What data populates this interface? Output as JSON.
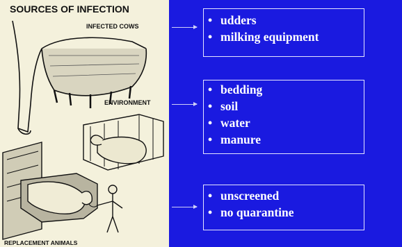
{
  "illustration": {
    "title": "SOURCES OF INFECTION",
    "labels": {
      "infected_cows": "INFECTED COWS",
      "environment": "ENVIRONMENT",
      "replacement_animals": "REPLACEMENT ANIMALS"
    }
  },
  "boxes": [
    {
      "items": [
        "udders",
        "milking equipment"
      ]
    },
    {
      "items": [
        "bedding",
        "soil",
        "water",
        "manure"
      ]
    },
    {
      "items": [
        "unscreened",
        "no quarantine"
      ]
    }
  ],
  "colors": {
    "background": "#1a1ae0",
    "text": "#ffffff",
    "panel": "#f4f1dc"
  }
}
